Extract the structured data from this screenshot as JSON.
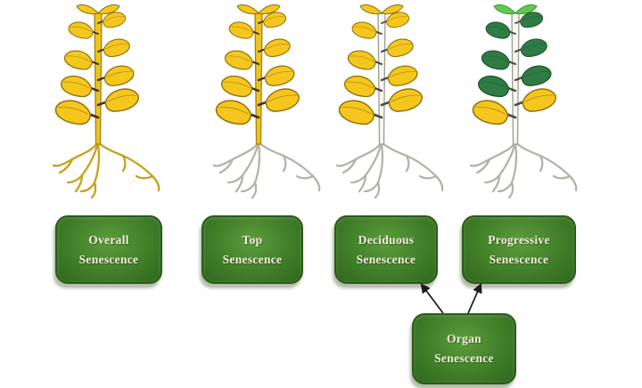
{
  "boxes": [
    {
      "name": "overall-senescence",
      "lines": [
        "Overall",
        "Senescence"
      ]
    },
    {
      "name": "top-senescence",
      "lines": [
        "Top",
        "Senescence"
      ]
    },
    {
      "name": "deciduous-senescence",
      "lines": [
        "Deciduous",
        "Senescence"
      ]
    },
    {
      "name": "progressive-senescence",
      "lines": [
        "Progressive",
        "Senescence"
      ]
    }
  ],
  "organ_box": {
    "name": "organ-senescence",
    "lines": [
      "Organ",
      "Senescence"
    ]
  },
  "connections": [
    {
      "from": "organ-senescence",
      "to": "deciduous-senescence"
    },
    {
      "from": "organ-senescence",
      "to": "progressive-senescence"
    }
  ],
  "plants": [
    {
      "name": "overall-senescence-plant",
      "stem": "yellow",
      "roots": "yellow",
      "tip": "yellow",
      "leaves": [
        "yellow",
        "yellow",
        "yellow",
        "yellow",
        "yellow",
        "yellow",
        "yellow",
        "yellow"
      ]
    },
    {
      "name": "top-senescence-plant",
      "stem": "yellow",
      "roots": "gray",
      "tip": "yellow",
      "leaves": [
        "yellow",
        "yellow",
        "yellow",
        "yellow",
        "yellow",
        "yellow",
        "yellow",
        "yellow"
      ]
    },
    {
      "name": "deciduous-senescence-plant",
      "stem": "white",
      "roots": "gray",
      "tip": "yellow",
      "leaves": [
        "yellow",
        "yellow",
        "yellow",
        "yellow",
        "yellow",
        "yellow",
        "yellow",
        "yellow"
      ]
    },
    {
      "name": "progressive-senescence-plant",
      "stem": "white",
      "roots": "gray",
      "tip": "green-bright",
      "leaves": [
        "green",
        "green",
        "green",
        "green",
        "green",
        "green",
        "yellow",
        "yellow"
      ]
    }
  ],
  "colors": {
    "box_fill_light": "#5d9c3c",
    "box_fill_mid": "#3f7d28",
    "box_fill_dark": "#2f661d",
    "box_border": "#2a5c18",
    "box_text": "#f2eedb",
    "arrow": "#1c1c1c",
    "leaf_yellow": "#f5c71e",
    "leaf_outline_yellow": "#8f6f08",
    "leaf_green": "#2f7b45",
    "leaf_outline_green": "#1c5530",
    "leaf_green_bright": "#63c94e",
    "leaf_outline_bright": "#379a2e",
    "stem_yellow": "#eec31e",
    "stem_white": "#f7f7f1",
    "outline_yellow": "#a5820f",
    "outline_gray": "#9c9c94",
    "root_yellow": "#c9a01f",
    "root_gray": "#b3b3ab"
  }
}
